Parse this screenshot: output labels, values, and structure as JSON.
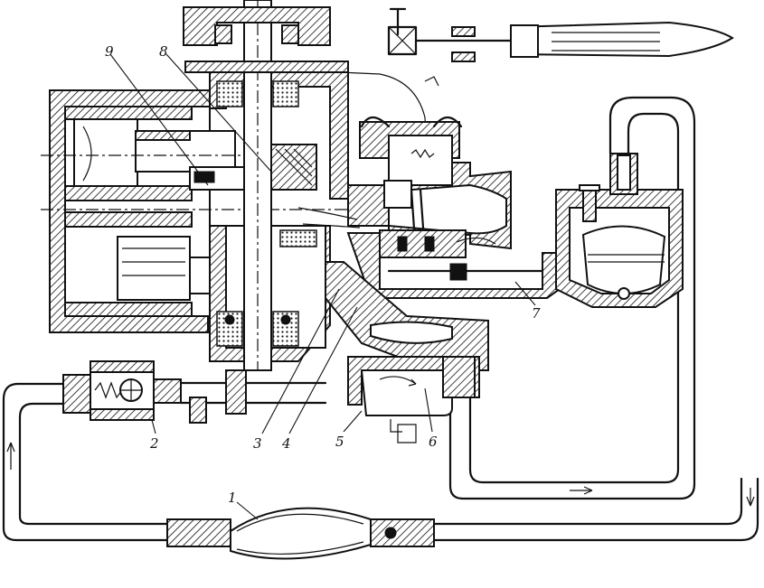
{
  "callouts": [
    {
      "id": "c1",
      "text": "1"
    },
    {
      "id": "c2",
      "text": "2"
    },
    {
      "id": "c3",
      "text": "3"
    },
    {
      "id": "c4",
      "text": "4"
    },
    {
      "id": "c5",
      "text": "5"
    },
    {
      "id": "c6",
      "text": "6"
    },
    {
      "id": "c7",
      "text": "7"
    },
    {
      "id": "c8",
      "text": "8"
    },
    {
      "id": "c9",
      "text": "9"
    }
  ]
}
